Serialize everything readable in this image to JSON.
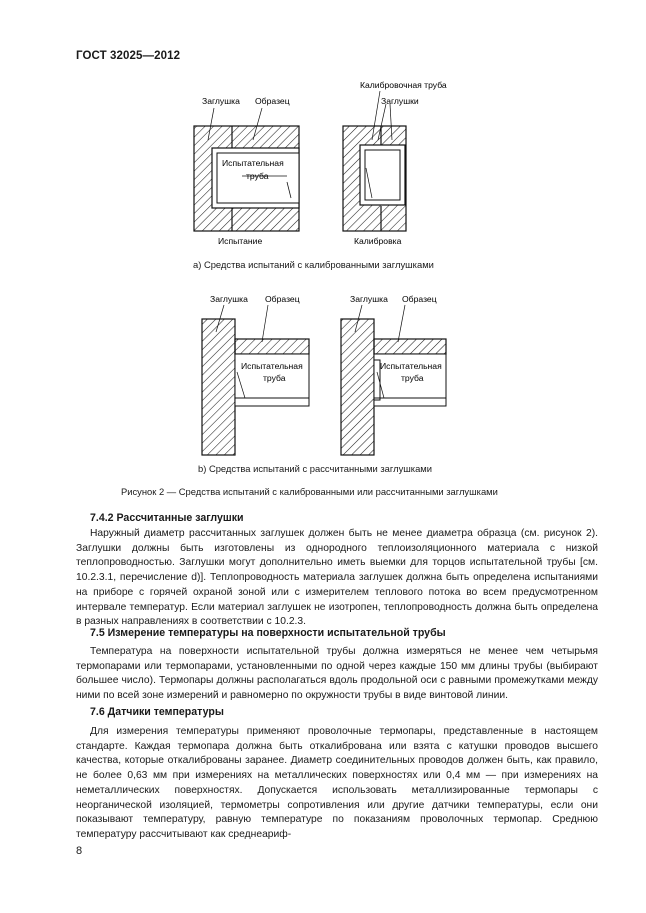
{
  "header": {
    "title": "ГОСТ 32025—2012"
  },
  "figure_a": {
    "labels": {
      "plug": "Заглушка",
      "sample": "Образец",
      "test_pipe_line1": "Испытательная",
      "test_pipe_line2": "труба",
      "calib_pipe": "Калибровочная труба",
      "plugs": "Заглушки",
      "test": "Испытание",
      "calibration": "Калибровка"
    },
    "caption": "а) Средства испытаний с калиброванными заглушками"
  },
  "figure_b": {
    "labels": {
      "plug": "Заглушка",
      "sample": "Образец",
      "test_pipe_line1": "Испытательная",
      "test_pipe_line2": "труба"
    },
    "caption": "b) Средства испытаний с рассчитанными заглушками"
  },
  "figure_caption": "Рисунок 2 — Средства испытаний с калиброванными или рассчитанными заглушками",
  "section_742": {
    "heading": "7.4.2 Рассчитанные заглушки",
    "body": "Наружный диаметр рассчитанных заглушек должен быть не менее диаметра образца (см. рисунок 2). Заглушки должны быть изготовлены из однородного теплоизоляционного материала с низкой теплопроводностью. Заглушки могут дополнительно иметь выемки для торцов испытательной трубы [см. 10.2.3.1, перечисление d)]. Теплопроводность материала заглушек должна быть определена испытаниями на приборе с горячей охраной зоной или с измерителем теплового потока во всем предусмотренном интервале температур. Если материал заглушек не изотропен, теплопроводность должна быть определена в разных направлениях в соответствии с 10.2.3."
  },
  "section_75": {
    "heading": "7.5 Измерение температуры на поверхности испытательной трубы",
    "body": "Температура на поверхности испытательной трубы должна измеряться не менее чем четырьмя термопарами или термопарами, установленными по одной через каждые 150 мм длины трубы (выбирают большее число). Термопары должны располагаться вдоль продольной оси с равными промежутками между ними по всей зоне измерений и равномерно по окружности трубы в виде винтовой линии."
  },
  "section_76": {
    "heading": "7.6 Датчики температуры",
    "body": "Для измерения температуры применяют проволочные термопары, представленные в настоящем стандарте. Каждая термопара должна быть откалибрована или взята с катушки проводов высшего качества, которые откалиброваны заранее. Диаметр соединительных проводов должен быть, как правило, не более 0,63 мм при измерениях на металлических поверхностях или 0,4 мм — при измерениях на неметаллических поверхностях. Допускается использовать металлизированные термопары с неорганической изоляцией, термометры сопротивления или другие датчики температуры, если они показывают температуру, равную температуре по показаниям проволочных термопар. Среднюю температуру рассчитывают как среднеариф-"
  },
  "page_number": "8"
}
